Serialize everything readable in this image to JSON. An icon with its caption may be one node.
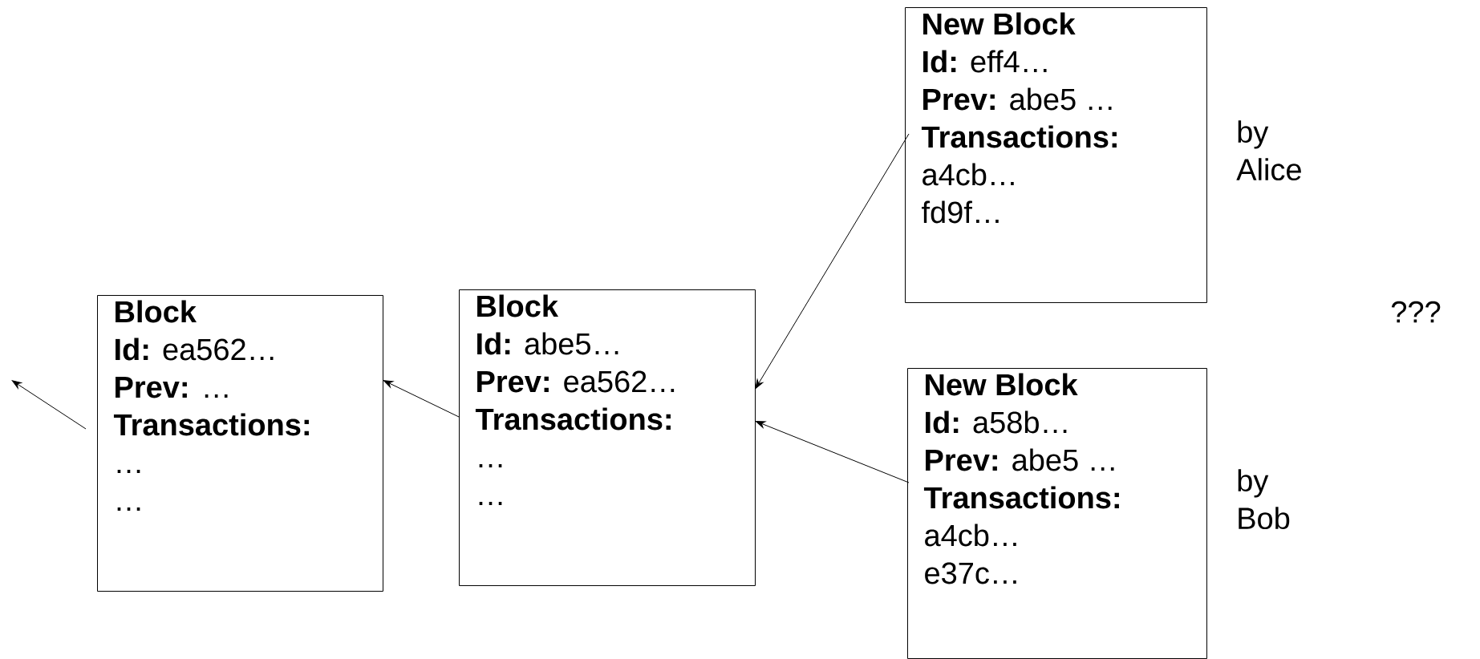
{
  "diagram": {
    "nodes": [
      {
        "text": [
          "Block",
          "**Id:** ea562…",
          "**Prev:** …",
          "Transactions:",
          "…",
          "…"
        ]
      },
      {
        "text": [
          "Block",
          "**Id:** abe5…",
          "**Prev:** ea562…",
          "Transactions:",
          "…",
          "…"
        ]
      },
      {
        "text": [
          "New Block",
          "**Id:** eff4…",
          "**Prev:** abe5 …",
          "Transactions:",
          "a4cb…",
          "fd9f…"
        ],
        "beside": [
          "by Alice"
        ]
      },
      {
        "text": [
          "New Block",
          "**Id:** a58b…",
          "**Prev:** abe5 …",
          "Transactions:",
          "a4cb…",
          "e37c…"
        ],
        "beside": [
          "by Bob"
        ]
      }
    ],
    "edges": [
      {
        "from": 0,
        "to": null,
        "arrow": "to"
      },
      {
        "from": 1,
        "to": 0,
        "arrow": "to"
      },
      {
        "from": 2,
        "to": 1,
        "arrow": "to"
      },
      {
        "from": 3,
        "to": 1,
        "arrow": "to"
      }
    ],
    "labels": [
      "???"
    ]
  }
}
